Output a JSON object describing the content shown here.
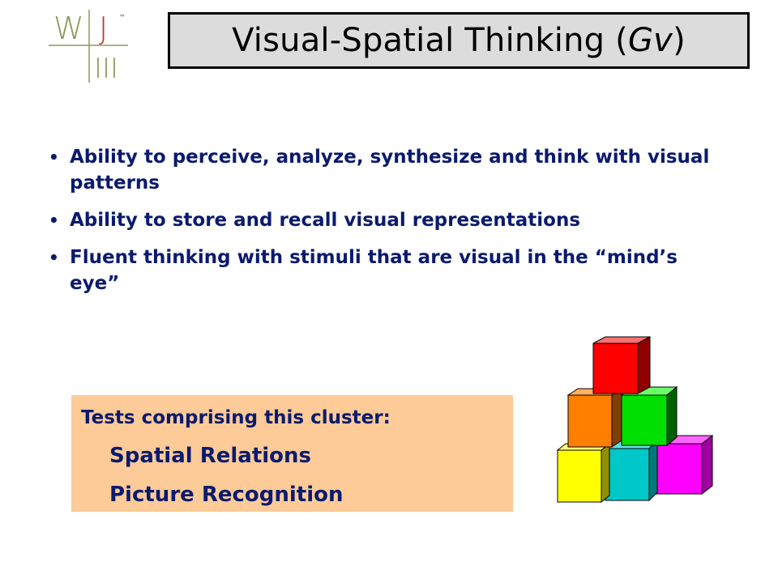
{
  "logo": {
    "letter_w": "W",
    "letter_j": "J",
    "tm": "™",
    "numeral": "III"
  },
  "title": {
    "main": "Visual-Spatial Thinking (",
    "italic": "Gv",
    "close": ")"
  },
  "bullets": [
    "Ability to perceive, analyze, synthesize and think with visual patterns",
    "Ability to store and recall visual representations",
    "Fluent thinking with stimuli that are visual in the “mind’s eye”"
  ],
  "tests": {
    "heading": "Tests comprising this cluster:",
    "items": [
      "Spatial Relations",
      "Picture Recognition"
    ]
  },
  "colors": {
    "title_bg": "#dcdcdc",
    "text": "#0b1a6e",
    "tests_bg": "#fccb98",
    "blocks": [
      "#ff0000",
      "#ff8000",
      "#00e000",
      "#ffff00",
      "#00c8c8",
      "#ff00ff"
    ]
  }
}
